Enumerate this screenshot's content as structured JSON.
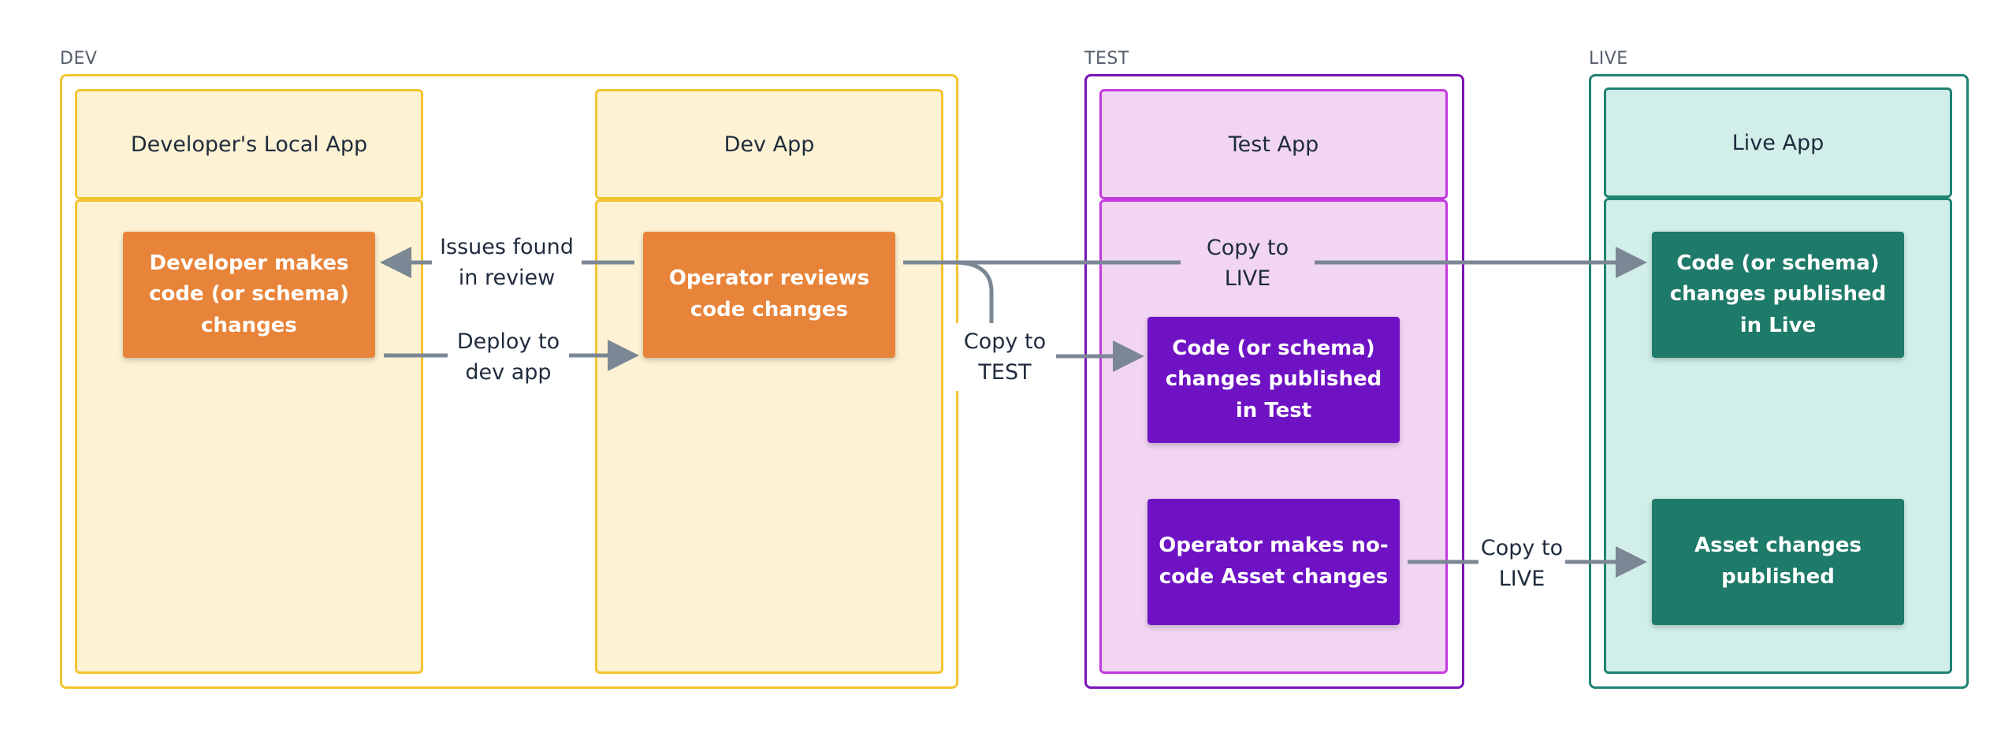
{
  "colors": {
    "dev_border": "#f4c430",
    "dev_fill": "#fdf2d3",
    "test_border": "#7a12b8",
    "test_inner_border": "#c43adf",
    "test_fill": "#f1d5f3",
    "live_border": "#1f8272",
    "live_fill": "#d1eee9",
    "orange": "#e8843a",
    "purple": "#6e12c4",
    "green": "#1e7a69",
    "arrow": "#7b8794"
  },
  "environments": {
    "dev": {
      "label": "DEV"
    },
    "test": {
      "label": "TEST"
    },
    "live": {
      "label": "LIVE"
    }
  },
  "columns": {
    "local": {
      "title": "Developer's Local App"
    },
    "dev": {
      "title": "Dev App"
    },
    "test": {
      "title": "Test App"
    },
    "live": {
      "title": "Live App"
    }
  },
  "cards": {
    "developer_changes": "Developer makes code (or schema) changes",
    "operator_reviews": "Operator reviews code changes",
    "code_published_test": "Code (or schema) changes published in Test",
    "operator_asset": "Operator makes no-code Asset changes",
    "code_published_live": "Code (or schema) changes published in Live",
    "asset_published": "Asset changes published"
  },
  "flows": {
    "issues_found": "Issues found in review",
    "deploy_dev": "Deploy to dev app",
    "copy_test": "Copy to TEST",
    "copy_live_top": "Copy to LIVE",
    "copy_live_bottom": "Copy to LIVE"
  }
}
